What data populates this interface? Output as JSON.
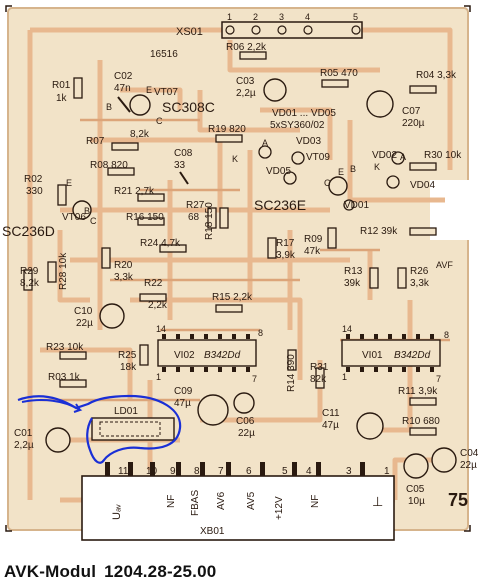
{
  "colors": {
    "board": "#f2e3c8",
    "copper": "#e8b88f",
    "copper_edge": "#d79c6e",
    "silk": "#2a1a10",
    "annotation": "#1a2fd6"
  },
  "caption": {
    "title": "AVK-Modul",
    "part_number": "1204.28-25.00"
  },
  "page_number": "75",
  "header": {
    "connector": "XS01",
    "pins": [
      "1",
      "2",
      "3",
      "4",
      "5"
    ],
    "board_number": "16516"
  },
  "semiconductors": {
    "vt07": "VT07",
    "vt07_type": "SC308C",
    "vt06": "VT06",
    "vt06_type": "SC236D",
    "vt09": "VT09",
    "vt09_type": "SC236E",
    "vd_group": "VD01 ... VD05",
    "vd_group_type": "5xSY360/02",
    "vd01": "VD01",
    "vd02": "VD02",
    "vd03": "VD03",
    "vd04": "VD04",
    "vd05": "VD05",
    "pin_labels": {
      "e": "E",
      "b": "B",
      "c": "C",
      "k": "K",
      "a": "A"
    }
  },
  "resistors": {
    "r01": "R01",
    "r01v": "1k",
    "r02": "R02",
    "r02v": "330",
    "r03": "R03 1k",
    "r04": "R04 3,3k",
    "r05": "R05 470",
    "r06": "R06 2,2k",
    "r07": "R07",
    "r08": "R08 820",
    "r09": "R09",
    "r09v": "47k",
    "r10": "R10 680",
    "r11": "R11 3,9k",
    "r12": "R12 39k",
    "r13": "R13",
    "r13v": "39k",
    "r14": "R14 390",
    "r15": "R15 2,2k",
    "r16": "R16 150",
    "r17": "R17",
    "r17v": "3,9k",
    "r18": "R18 150",
    "r19": "R19 820",
    "r20": "R20",
    "r20v": "3,3k",
    "r21": "R21 2,7k",
    "r22": "R22",
    "r22v": "2,2k",
    "r23": "R23 10k",
    "r24": "R24 4,7k",
    "r25": "R25",
    "r25v": "18k",
    "r26": "R26",
    "r26v": "3,3k",
    "r27": "R27",
    "r27v": "68",
    "r28": "R28 10k",
    "r29": "R29",
    "r29v": "8,2k",
    "r30": "R30 10k",
    "r31": "R31",
    "r31v": "82k"
  },
  "capacitors": {
    "c01": "C01",
    "c01v": "2,2µ",
    "c02": "C02",
    "c02v": "47n",
    "c03": "C03",
    "c03v": "2,2µ",
    "c04": "C04",
    "c04v": "22µ",
    "c05": "C05",
    "c05v": "10µ",
    "c06": "C06",
    "c06v": "22µ",
    "c07": "C07",
    "c07v": "220µ",
    "c08": "C08",
    "c08v": "33",
    "c09": "C09",
    "c09v": "47µ",
    "c10": "C10",
    "c10v": "22µ",
    "c11": "C11",
    "c11v": "47µ"
  },
  "ics": {
    "vi02": "VI02",
    "vi02_type": "B342Dd",
    "vi01": "VI01",
    "vi01_type": "B342Dd",
    "pin_14": "14",
    "pin_8": "8",
    "pin_1": "1",
    "pin_7": "7"
  },
  "misc": {
    "ld01": "LD01",
    "r8_2k": "8,2k",
    "avf": "AVF"
  },
  "edge_connector": {
    "name": "XB01",
    "pin_numbers": [
      "11",
      "10",
      "9",
      "8",
      "7",
      "6",
      "5",
      "4",
      "3",
      "1"
    ],
    "signals": [
      "Uₐᵥ",
      "NF",
      "FBAS",
      "AV6",
      "AV5",
      "+12V",
      "NF",
      "⊥"
    ]
  }
}
